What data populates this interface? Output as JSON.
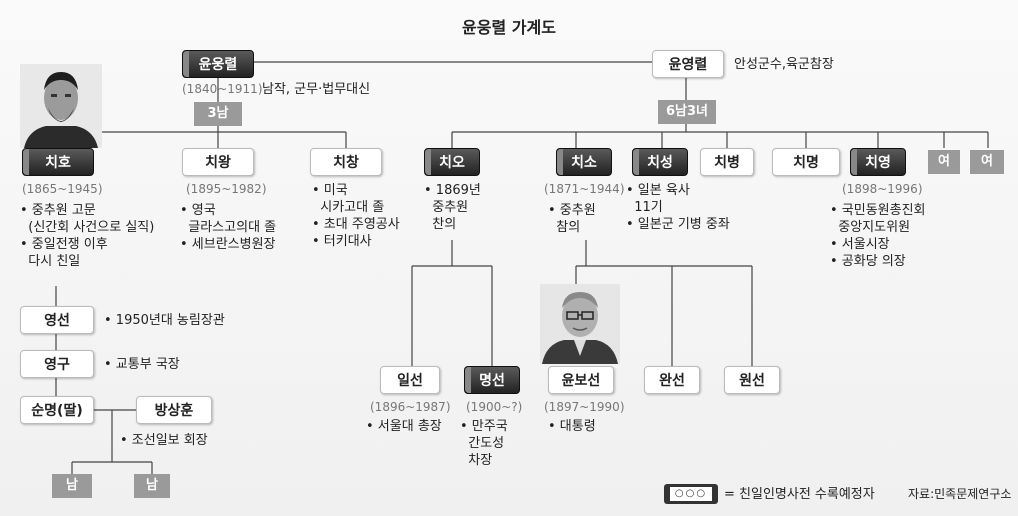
{
  "title": "윤웅렬 가계도",
  "people": {
    "yunungryeol": {
      "name": "윤웅렬",
      "years": "(1840~1911)",
      "desc": "남작, 군무·법무대신",
      "children": "3남"
    },
    "yunyeongryeol": {
      "name": "윤영렬",
      "desc": "안성군수,육군참장",
      "children": "6남3녀"
    },
    "chiho": {
      "name": "치호",
      "years": "(1865~1945)",
      "desc": "• 중추원 고문\n  (신간회 사건으로 실직)\n• 중일전쟁 이후\n  다시 친일"
    },
    "chiwang": {
      "name": "치왕",
      "years": "(1895~1982)",
      "desc": "• 영국\n  글라스고의대 졸\n• 세브란스병원장"
    },
    "chichang": {
      "name": "치창",
      "desc": "• 미국\n  시카고대 졸\n• 초대 주영공사\n• 터키대사"
    },
    "chio": {
      "name": "치오",
      "desc": "• 1869년\n  중추원\n  찬의"
    },
    "chiso": {
      "name": "치소",
      "years": "(1871~1944)",
      "desc": "• 중추원\n  참의"
    },
    "chiseong": {
      "name": "치성",
      "desc": "• 일본 육사\n  11기\n• 일본군 기병 중좌"
    },
    "chibyeong": {
      "name": "치병"
    },
    "chimyeong": {
      "name": "치명"
    },
    "chiyeong": {
      "name": "치영",
      "years": "(1898~1996)",
      "desc": "• 국민동원총진회\n  중앙지도위원\n• 서울시장\n• 공화당 의장"
    },
    "daughter1": {
      "name": "여"
    },
    "daughter2": {
      "name": "여"
    },
    "yeongseon": {
      "name": "영선",
      "desc": "• 1950년대 농림장관"
    },
    "yeonggu": {
      "name": "영구",
      "desc": "• 교통부 국장"
    },
    "sunmyeong": {
      "name": "순명(딸)"
    },
    "bangsanghun": {
      "name": "방상훈",
      "desc": "• 조선일보 회장"
    },
    "son1": {
      "name": "남"
    },
    "son2": {
      "name": "남"
    },
    "ilseon": {
      "name": "일선",
      "years": "(1896~1987)",
      "desc": "• 서울대 총장"
    },
    "myeongseon": {
      "name": "명선",
      "years": "(1900~?)",
      "desc": "• 만주국\n  간도성\n  차장"
    },
    "yunboseon": {
      "name": "윤보선",
      "years": "(1897~1990)",
      "desc": "• 대통령"
    },
    "wanseon": {
      "name": "완선"
    },
    "wonseon": {
      "name": "원선"
    }
  },
  "legend": {
    "box_text": "○○○",
    "label": "= 친일인명사전 수록예정자"
  },
  "source": "자료:민족문제연구소"
}
